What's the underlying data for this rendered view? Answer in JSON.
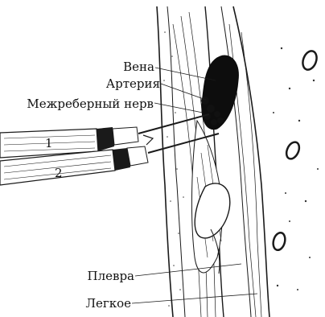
{
  "labels": {
    "vein": "Вена",
    "artery": "Артерия",
    "nerve": "Межреберный нерв",
    "pleura": "Плевра",
    "lung": "Легкое"
  },
  "syringes": {
    "upper_number": "1",
    "lower_number": "2"
  },
  "colors": {
    "ink": "#1a1a1a",
    "background": "#ffffff"
  }
}
